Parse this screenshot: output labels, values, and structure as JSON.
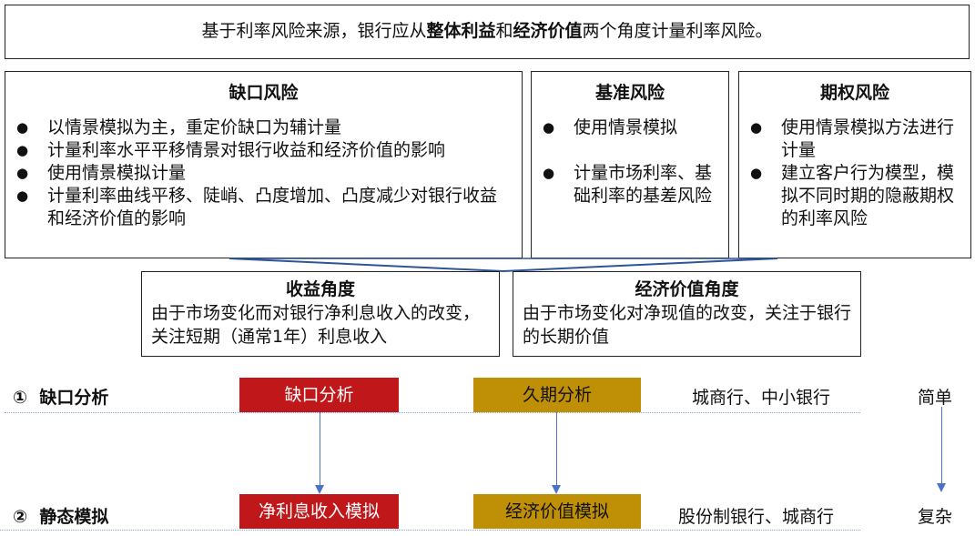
{
  "header": {
    "pre": "基于利率风险来源，银行应从",
    "b1": "整体利益",
    "mid": "和",
    "b2": "经济价值",
    "post": "两个角度计量利率风险。"
  },
  "risks": [
    {
      "title": "缺口风险",
      "items": [
        "以情景模拟为主，重定价缺口为辅计量",
        "计量利率水平平移情景对银行收益和经济价值的影响",
        "使用情景模拟计量",
        "计量利率曲线平移、陡峭、凸度增加、凸度减少对银行收益和经济价值的影响"
      ]
    },
    {
      "title": "基准风险",
      "items": [
        "使用情景模拟",
        "计量市场利率、基础利率的基差风险"
      ]
    },
    {
      "title": "期权风险",
      "items": [
        "使用情景模拟方法进行计量",
        "建立客户行为模型，模拟不同时期的隐蔽期权的利率风险"
      ]
    }
  ],
  "perspectives": [
    {
      "title": "收益角度",
      "text": "由于市场变化而对银行净利息收入的改变，关注短期（通常1年）利息收入"
    },
    {
      "title": "经济价值角度",
      "text": "由于市场变化对净现值的改变，关注于银行的长期价值"
    }
  ],
  "rows": [
    {
      "num": "①",
      "label": "缺口分析",
      "a": "缺口分析",
      "b": "久期分析",
      "banks": "城商行、中小银行",
      "level": "简单"
    },
    {
      "num": "②",
      "label": "静态模拟",
      "a": "净利息收入模拟",
      "b": "经济价值模拟",
      "banks": "股份制银行、城商行",
      "level": "复杂"
    }
  ],
  "colors": {
    "red": "#c0171a",
    "gold": "#bf8f06",
    "line": "#4a72c8"
  }
}
